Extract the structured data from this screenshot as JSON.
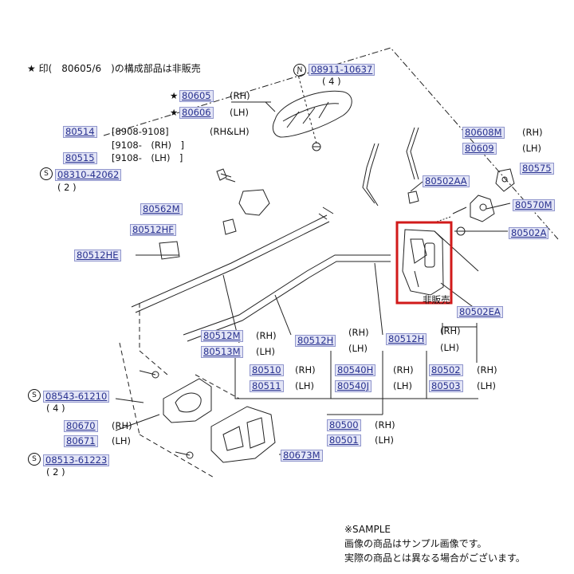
{
  "header_note": "★ 印(　80605/6　)の構成部品は非販売",
  "highlight_label": "非販売",
  "labels": {
    "n_symbol": "N",
    "n_part": "08911-10637",
    "n_qty": "( 4 )",
    "star": "★",
    "p80605": "80605",
    "p80606": "80606",
    "rh": "(RH)",
    "lh": "(LH)",
    "rhlh": "(RH&LH)",
    "p80514": "80514",
    "p80514_date": "[8908-9108]",
    "p80515": "80515",
    "date_9108_rh": "[9108-　(RH)　]",
    "date_9108_lh": "[9108-　(LH)　]",
    "s_symbol": "S",
    "p08310": "08310-42062",
    "qty2": "( 2 )",
    "qty4": "( 4 )",
    "p80562M": "80562M",
    "p80512HF": "80512HF",
    "p80512HE": "80512HE",
    "p80608M": "80608M",
    "p80609": "80609",
    "p80575": "80575",
    "p80502AA": "80502AA",
    "p80570M": "80570M",
    "p80502A": "80502A",
    "p80502EA": "80502EA",
    "p80512M": "80512M",
    "p80513M": "80513M",
    "p80512H_a": "80512H",
    "p80512H_b": "80512H",
    "p80510": "80510",
    "p80511": "80511",
    "p80540H": "80540H",
    "p80540J": "80540J",
    "p80502": "80502",
    "p80503": "80503",
    "p08543": "08543-61210",
    "p80670": "80670",
    "p80671": "80671",
    "p80500": "80500",
    "p80501": "80501",
    "p08513": "08513-61223",
    "p80673M": "80673M"
  },
  "sample_note": {
    "line1": "※SAMPLE",
    "line2": "画像の商品はサンプル画像です。",
    "line3": "実際の商品とは異なる場合がございます。"
  },
  "colors": {
    "highlight_box": "#d11a1a",
    "part_link": "#27308f"
  }
}
